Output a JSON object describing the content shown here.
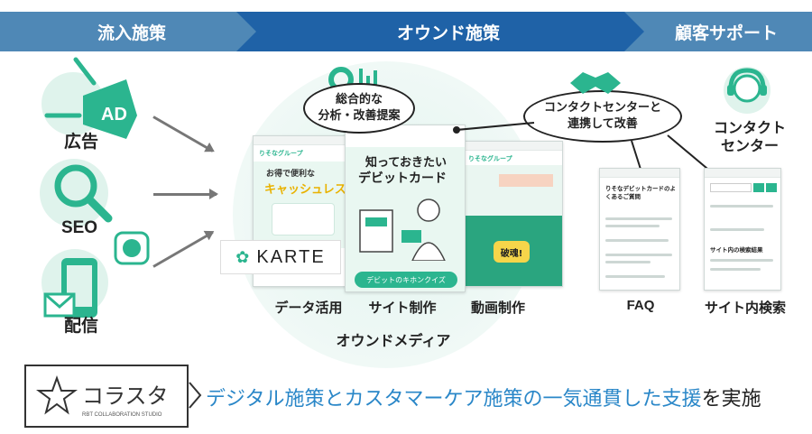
{
  "header": {
    "stage_inflow": "流入施策",
    "stage_owned": "オウンド施策",
    "stage_support": "顧客サポート"
  },
  "channels": {
    "ad_badge": "AD",
    "ad_label": "広告",
    "seo_label": "SEO",
    "delivery_label": "配信"
  },
  "bubbles": {
    "analysis": "総合的な\n分析・改善提案",
    "contact_link": "コンタクトセンターと\n連携して改善",
    "contact_center": "コンタクト\nセンター"
  },
  "screens": {
    "cashless_title": "お得で便利な",
    "cashless_sub": "キャッシュレス",
    "debit_title_1": "知っておきたい",
    "debit_title_2": "デビットカード",
    "debit_button": "デビットのキホンクイズ",
    "video_banner": "破魂!",
    "faq_heading": "りそなデビットカードのよくあるご質問",
    "site_search_heading": "サイト内の検索結果",
    "group_name": "りそなグループ"
  },
  "karte_logo": "KARTE",
  "captions": {
    "data_use": "データ活用",
    "site_production": "サイト制作",
    "video_production": "動画制作",
    "faq": "FAQ",
    "site_search": "サイト内検索",
    "owned_media": "オウンドメディア"
  },
  "bottom": {
    "logo_text": "コラスタ",
    "logo_sub": "RBT COLLABORATION STUDIO",
    "statement": "デジタル施策とカスタマーケア施策の一気通貫した支援",
    "statement_tail": "を実施"
  },
  "colors": {
    "band_light": "#4f88b6",
    "band_dark": "#1f62a7",
    "mint": "#2bb58f",
    "statement_blue": "#2a87c8"
  }
}
